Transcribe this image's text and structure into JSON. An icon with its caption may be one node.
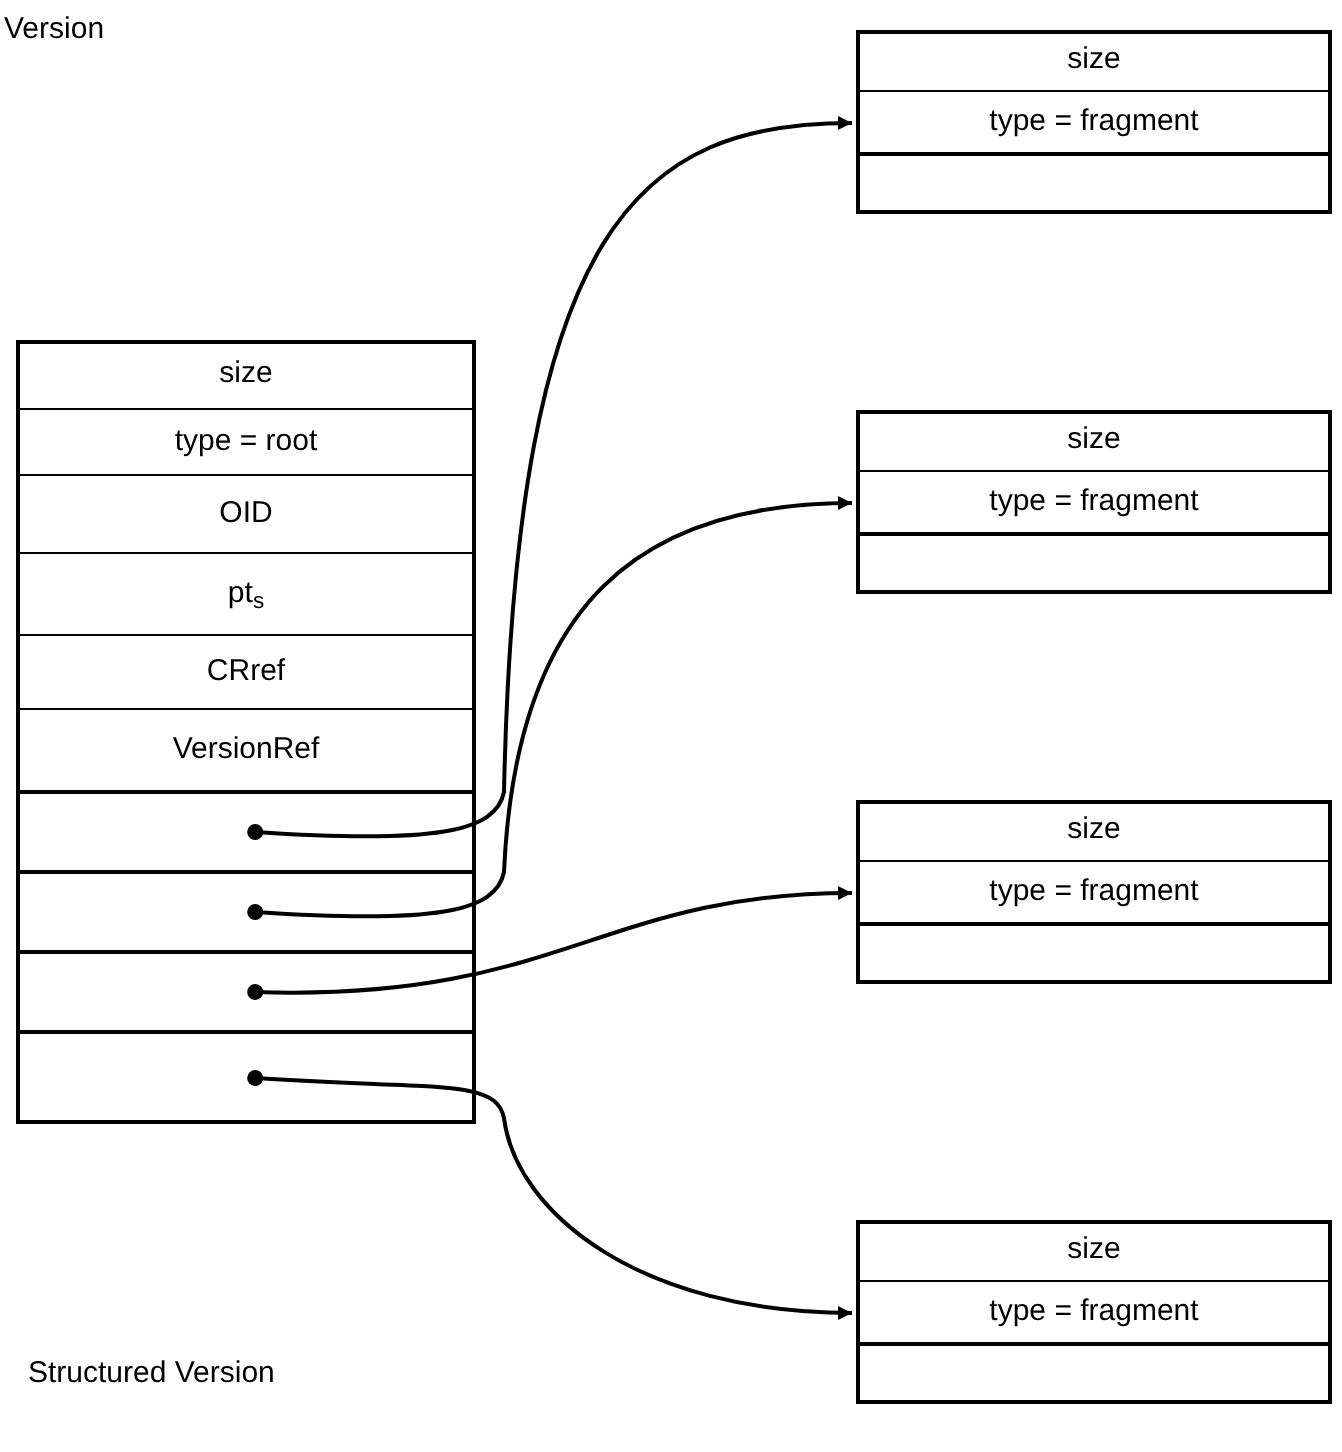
{
  "diagram": {
    "nodes": [
      {
        "text": [],
        "shape": "box"
      },
      {
        "text": [
          "size"
        ],
        "in": 0
      },
      {
        "text": [
          "type = root"
        ],
        "in": 0
      },
      {
        "text": [
          "OID"
        ],
        "in": 0
      },
      {
        "text": [
          "pt$_{s}$"
        ],
        "in": 0
      },
      {
        "text": [
          "CRref"
        ],
        "in": 0
      },
      {
        "text": [
          "VersionRef"
        ],
        "in": 0
      },
      {
        "text": [],
        "shape": "box",
        "in": 0
      },
      {
        "text": [],
        "shape": "box",
        "in": 0
      },
      {
        "text": [],
        "shape": "box",
        "in": 0
      },
      {
        "text": [],
        "shape": "box",
        "in": 0
      },
      {
        "text": [],
        "shape": "box"
      },
      {
        "text": [
          "size"
        ],
        "in": 11
      },
      {
        "text": [
          "type = fragment"
        ],
        "in": 11
      },
      {
        "text": [],
        "shape": "box",
        "in": 11
      },
      {
        "text": [],
        "shape": "box"
      },
      {
        "text": [
          "size"
        ],
        "in": 15
      },
      {
        "text": [
          "type = fragment"
        ],
        "in": 15
      },
      {
        "text": [],
        "shape": "box",
        "in": 15
      },
      {
        "text": [],
        "shape": "box"
      },
      {
        "text": [
          "size"
        ],
        "in": 19
      },
      {
        "text": [
          "type = fragment"
        ],
        "in": 19
      },
      {
        "text": [],
        "shape": "box",
        "in": 19
      },
      {
        "text": [],
        "shape": "box"
      },
      {
        "text": [
          "size"
        ],
        "in": 23
      },
      {
        "text": [
          "type = fragment"
        ],
        "in": 23
      },
      {
        "text": [],
        "shape": "box",
        "in": 23
      }
    ],
    "edges": [
      {
        "from": 7,
        "to": 13,
        "arrow": "to"
      },
      {
        "from": 8,
        "to": 17,
        "arrow": "to"
      },
      {
        "from": 9,
        "to": 21,
        "arrow": "to"
      },
      {
        "from": 10,
        "to": 25,
        "arrow": "to"
      }
    ],
    "labels": [
      "Version",
      "Structured Version"
    ]
  }
}
